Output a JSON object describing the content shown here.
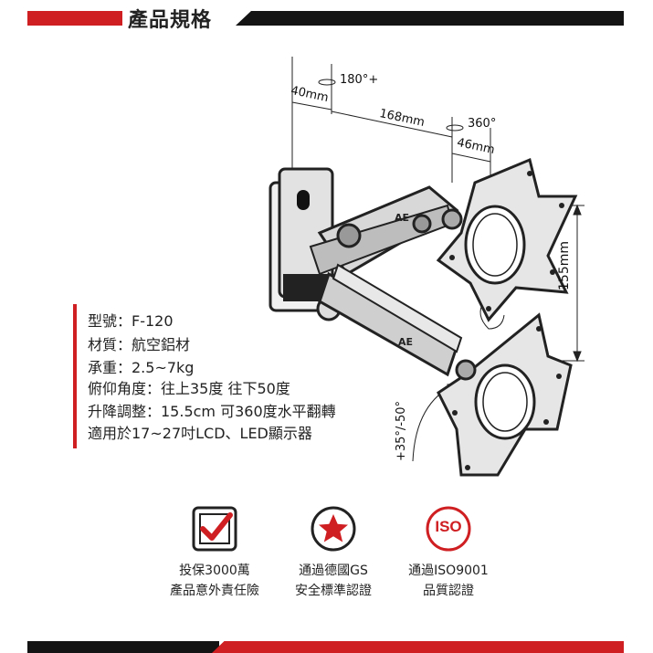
{
  "header": {
    "title": "產品規格"
  },
  "specs": [
    "型號：F-120",
    "材質：航空鋁材",
    "承重：2.5~7kg",
    "俯仰角度：往上35度  往下50度",
    "升降調整：15.5cm   可360度水平翻轉",
    "適用於17~27吋LCD、LED顯示器"
  ],
  "diagram": {
    "rotation_top": "180°+",
    "dim_40": "40mm",
    "dim_168": "168mm",
    "rotation_swivel": "360°",
    "dim_46": "46mm",
    "dim_155": "155mm",
    "tilt_range": "+35°/-50°",
    "logo_mark": "AE"
  },
  "badges": [
    {
      "icon": "checkmark-icon",
      "line1": "投保3000萬",
      "line2": "產品意外責任險"
    },
    {
      "icon": "star-icon",
      "line1": "通過德國GS",
      "line2": "安全標準認證"
    },
    {
      "icon": "iso-icon",
      "label": "ISO",
      "line1": "通過ISO9001",
      "line2": "品質認證"
    }
  ],
  "colors": {
    "accent": "#cf1f22",
    "dark": "#141414"
  }
}
